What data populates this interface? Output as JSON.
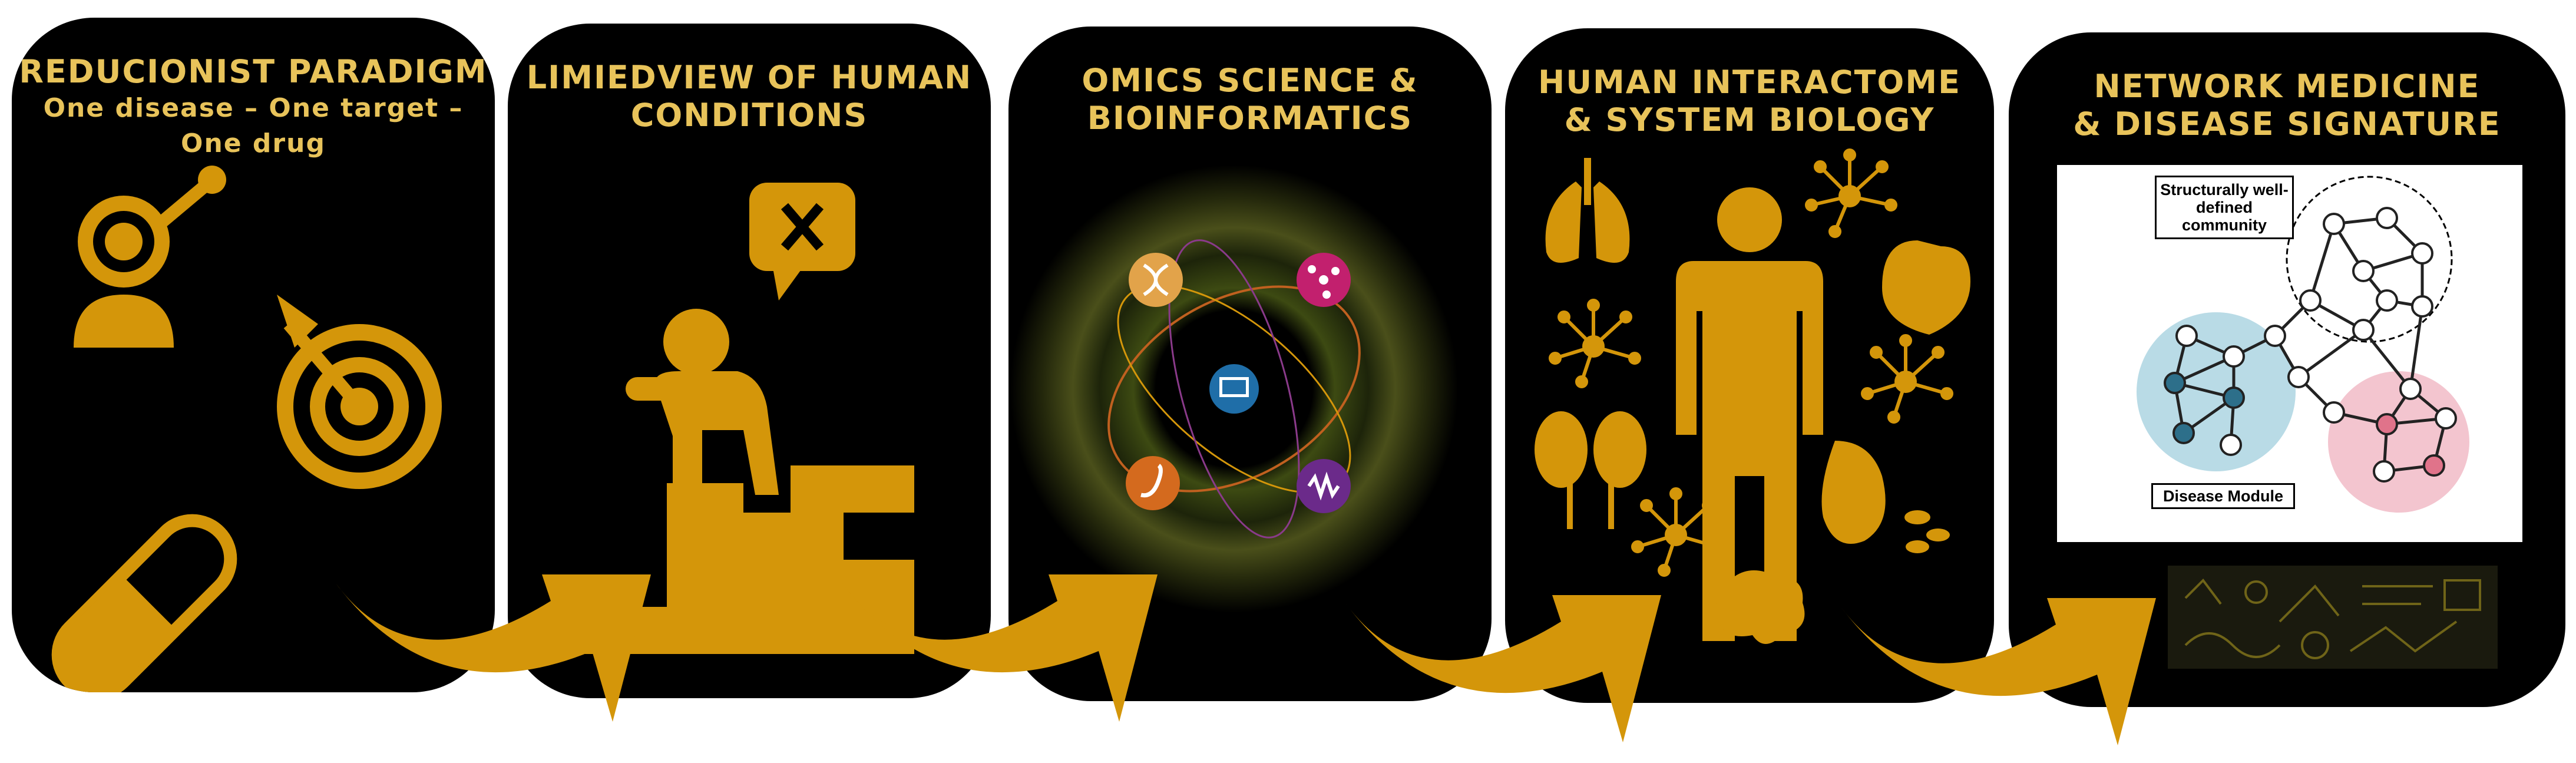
{
  "colors": {
    "gold": "#d4960a",
    "title": "#e8c35a",
    "panel": "#000000"
  },
  "panels": [
    {
      "title_line1": "REDUCIONIST PARADIGM",
      "title_line2": "One disease – One target – One drug",
      "icons": [
        "thinking-person-icon",
        "target-arrow-icon",
        "pill-capsule-icon"
      ]
    },
    {
      "title_line1": "LIMIEDVIEW OF HUMAN",
      "title_line2": "CONDITIONS",
      "icons": [
        "speech-bubble-x-icon",
        "person-on-stairs-icon"
      ]
    },
    {
      "title_line1": "OMICS SCIENCE &",
      "title_line2": "BIOINFORMATICS",
      "icons": [
        "dna-icon",
        "molecule-icon",
        "computer-icon",
        "worm-icon",
        "sequence-icon"
      ]
    },
    {
      "title_line1": "HUMAN INTERACTOME",
      "title_line2": "& SYSTEM BIOLOGY",
      "icons": [
        "lungs-icon",
        "human-body-icon",
        "heart-icon",
        "kidneys-icon",
        "brain-icon",
        "stomach-icon",
        "network-node-icon"
      ]
    },
    {
      "title_line1": "NETWORK MEDICINE",
      "title_line2": "& DISEASE SIGNATURE",
      "icons": [
        "network-graph-icon",
        "formulas-doodle-icon"
      ]
    }
  ],
  "network_figure": {
    "structural_label": "Structurally well-defined community",
    "module_label": "Disease Module"
  }
}
